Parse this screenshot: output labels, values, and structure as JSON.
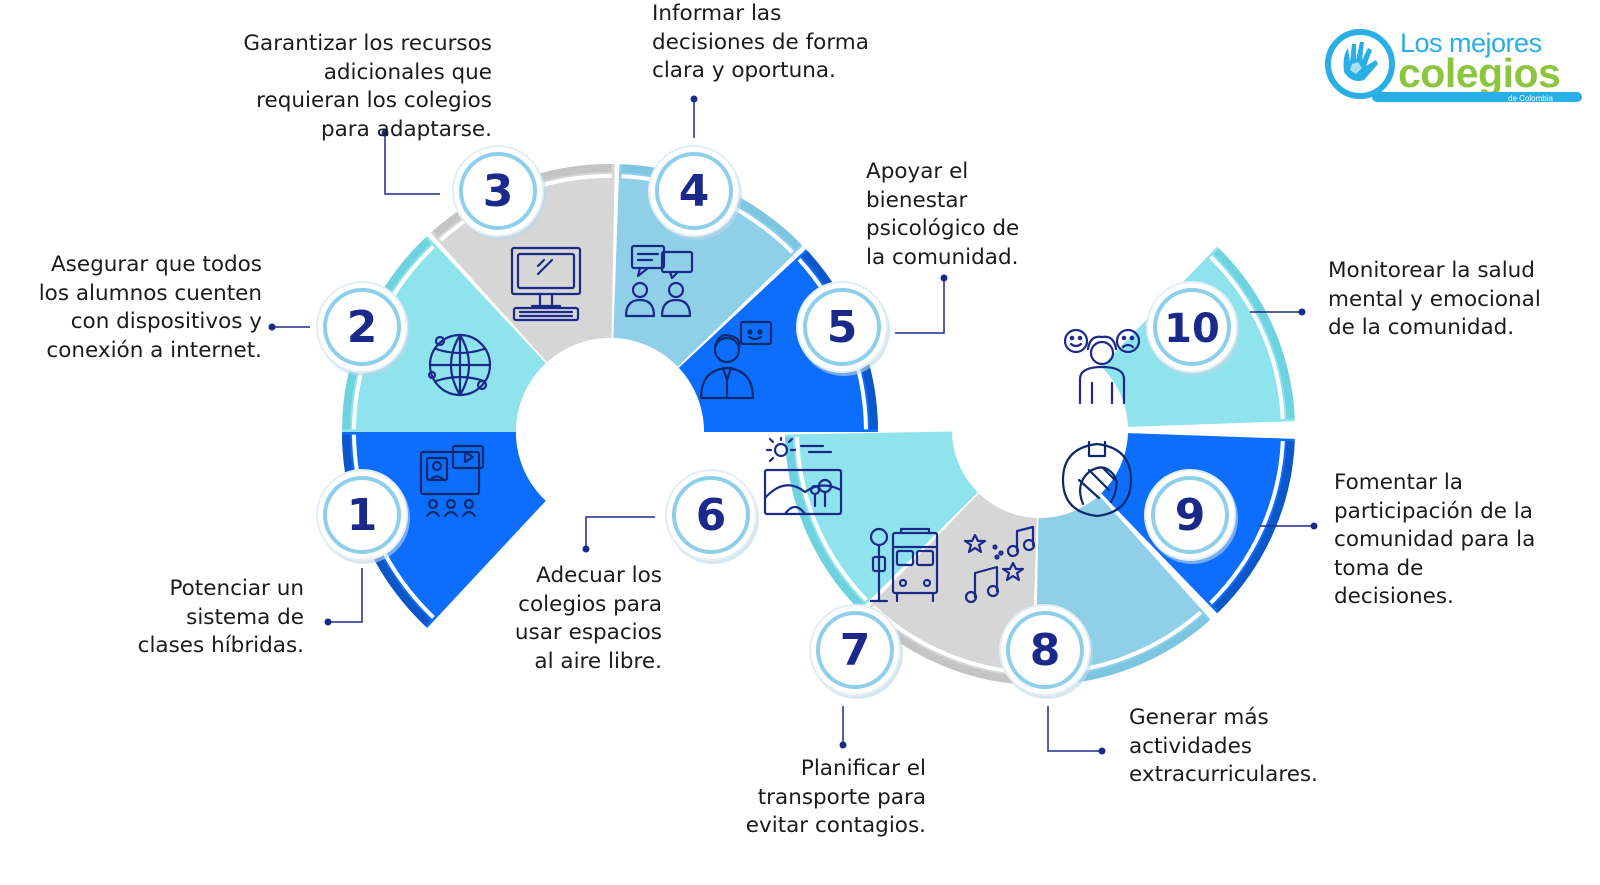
{
  "logo": {
    "line1": "Los mejores",
    "line2": "colegios",
    "line3": "de Colombia",
    "colors": {
      "blue": "#29aee6",
      "green": "#8cc63f"
    }
  },
  "colors": {
    "dark_blue": "#0d6efd",
    "light_cyan": "#8fe3ec",
    "sky_blue": "#8fd0e8",
    "gray": "#d6d6d6",
    "text": "#1b1b1b",
    "number": "#1b2a8a",
    "connector": "#1b2a8a"
  },
  "steps": [
    {
      "number": "1",
      "icon": "video-class-icon",
      "lines": [
        "Potenciar un",
        "sistema de",
        "clases híbridas."
      ]
    },
    {
      "number": "2",
      "icon": "globe-network-icon",
      "lines": [
        "Asegurar que todos",
        "los alumnos cuenten",
        "con dispositivos y",
        "conexión a internet."
      ]
    },
    {
      "number": "3",
      "icon": "computer-icon",
      "lines": [
        "Garantizar los recursos",
        "adicionales que",
        "requieran los colegios",
        "para adaptarse."
      ]
    },
    {
      "number": "4",
      "icon": "people-chat-icon",
      "lines": [
        "Informar las",
        "decisiones de forma",
        "clara y oportuna."
      ]
    },
    {
      "number": "5",
      "icon": "counselor-icon",
      "lines": [
        "Apoyar el",
        "bienestar",
        "psicológico de",
        "la comunidad."
      ]
    },
    {
      "number": "6",
      "icon": "outdoor-landscape-icon",
      "lines": [
        "Adecuar los",
        "colegios para",
        "usar espacios",
        "al aire libre."
      ]
    },
    {
      "number": "7",
      "icon": "bus-stop-icon",
      "lines": [
        "Planificar el",
        "transporte para",
        "evitar contagios."
      ]
    },
    {
      "number": "8",
      "icon": "music-stars-icon",
      "lines": [
        "Generar más",
        "actividades",
        "extracurriculares."
      ]
    },
    {
      "number": "9",
      "icon": "team-hands-icon",
      "lines": [
        "Fomentar la",
        "participación de la",
        "comunidad para la",
        "toma de",
        "decisiones."
      ]
    },
    {
      "number": "10",
      "icon": "emotions-person-icon",
      "lines": [
        "Monitorear la salud",
        "mental y emocional",
        "de la comunidad."
      ]
    }
  ]
}
